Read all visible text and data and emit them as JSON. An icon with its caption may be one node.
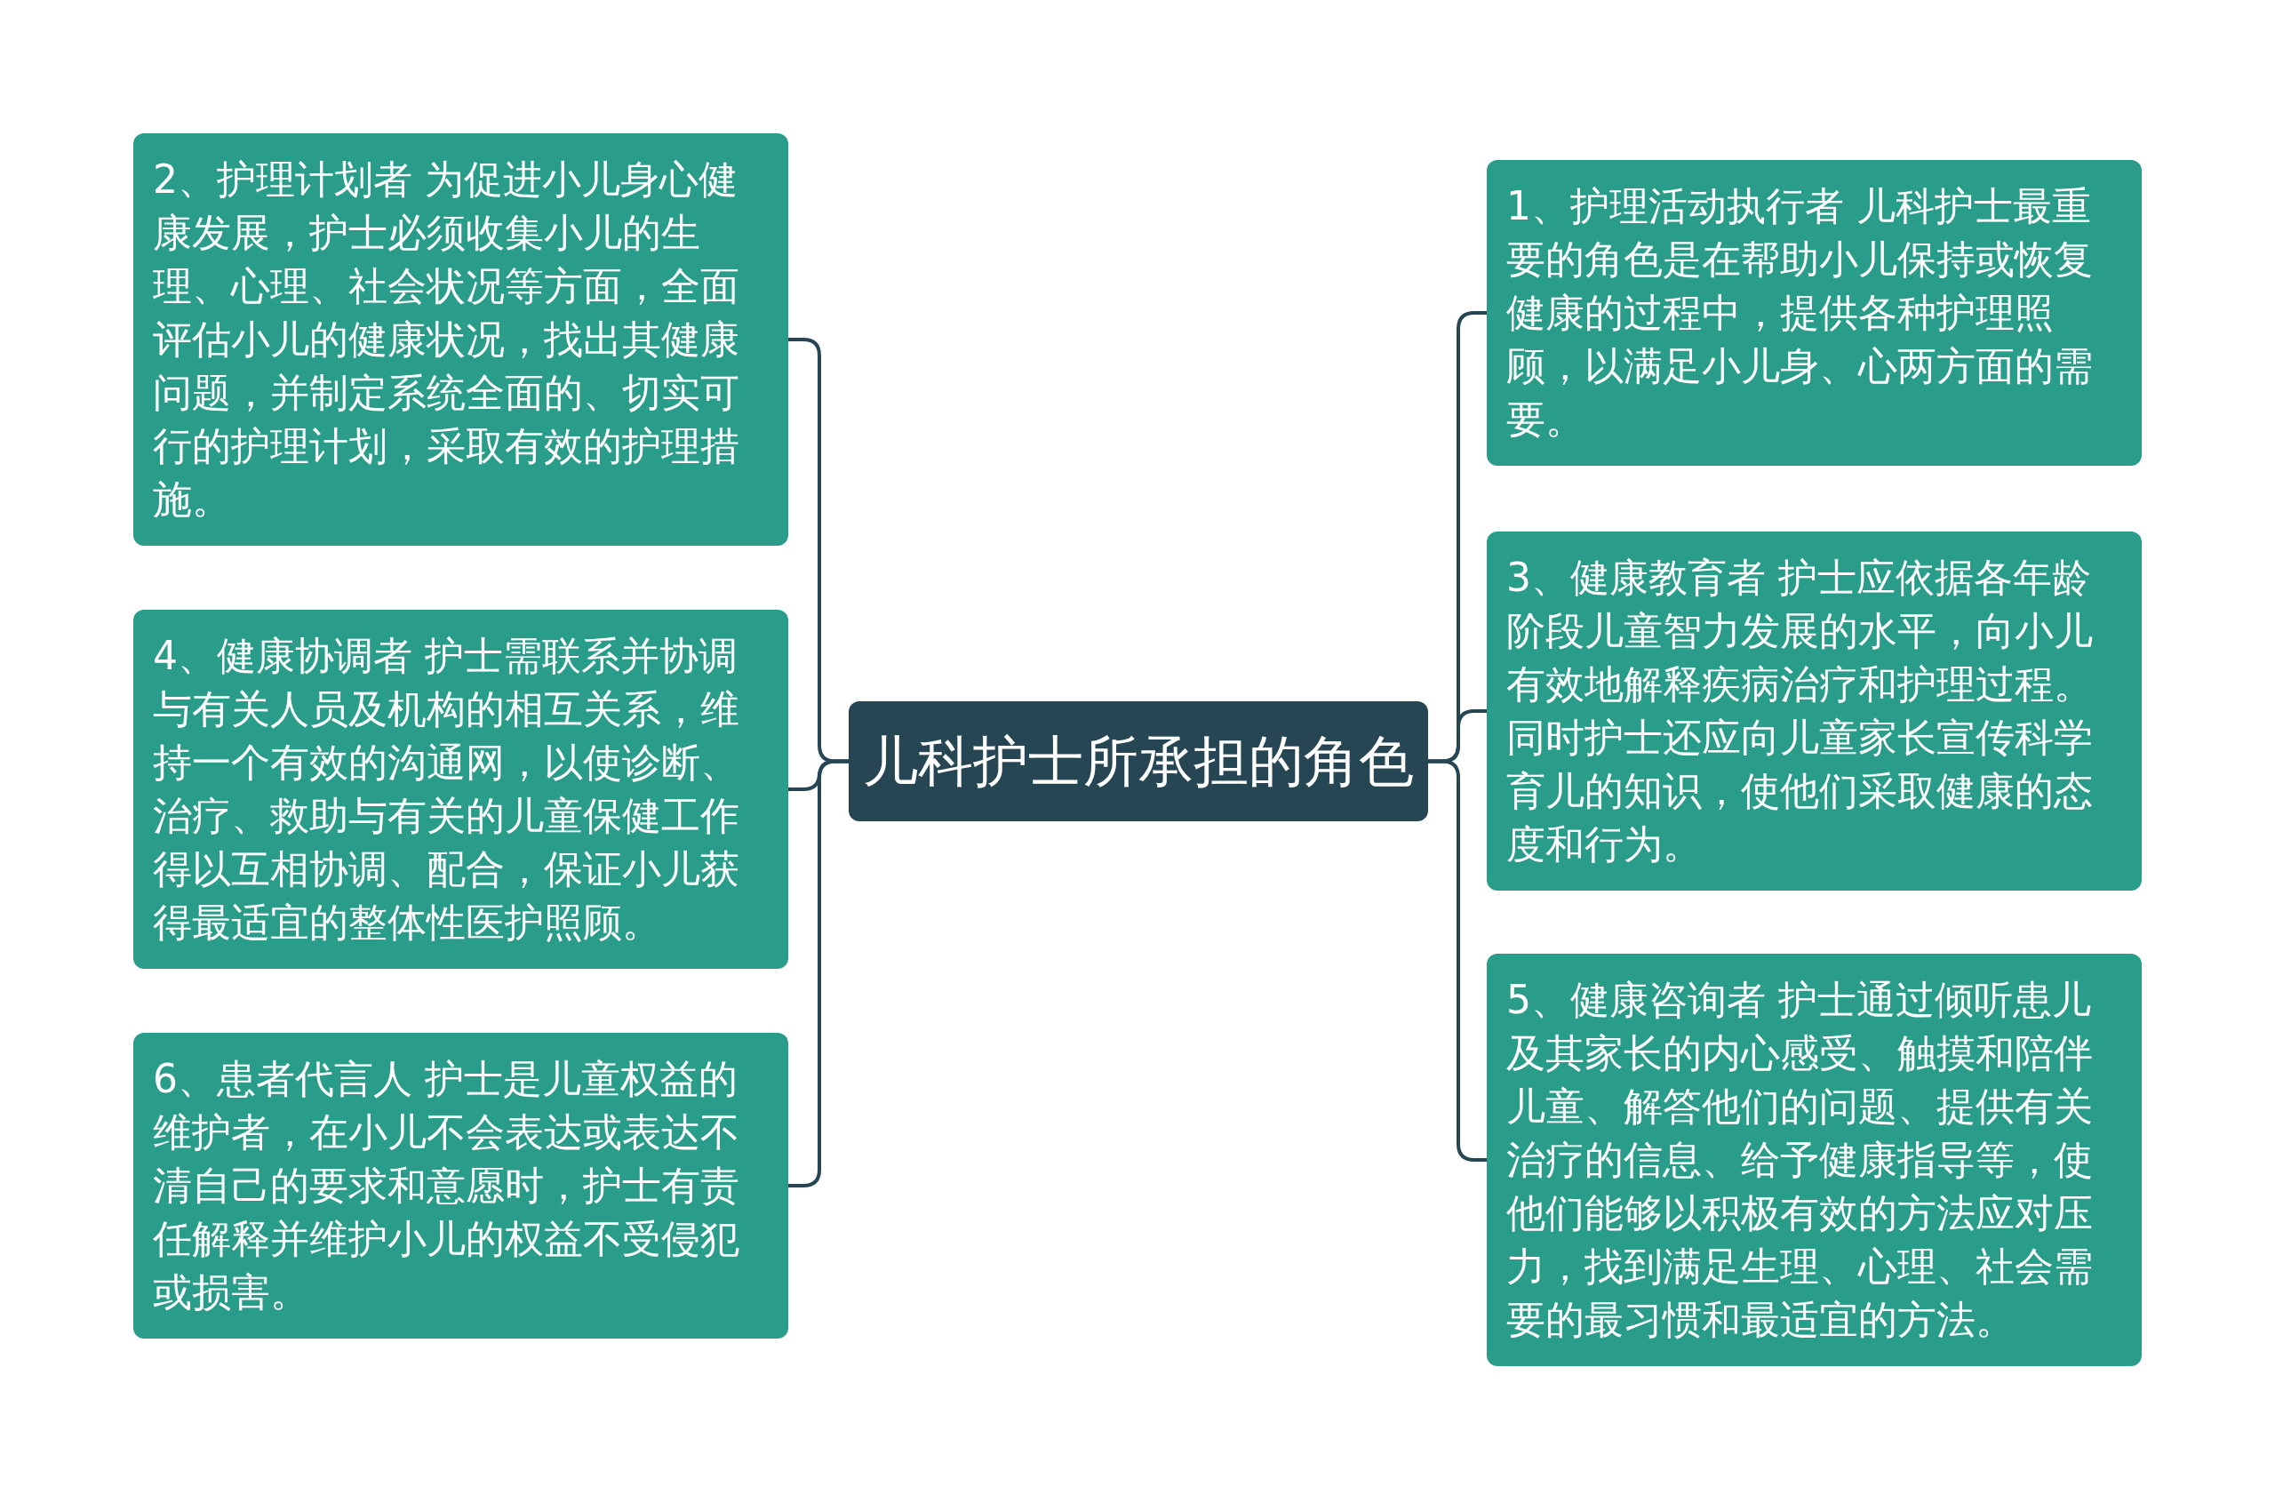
{
  "diagram": {
    "nodes": [
      {
        "text": [
          "儿科护士所承担的角色"
        ]
      },
      {
        "text": [
          "1、护理活动执行者 儿科护士最重要的角色是在帮助小儿保持或恢复健康的过程中，提供各种护理照顾，以满足小儿身、心两方面的需要。"
        ]
      },
      {
        "text": [
          "2、护理计划者 为促进小儿身心健康发展，护士必须收集小儿的生理、心理、社会状况等方面，全面评估小儿的健康状况，找出其健康问题，并制定系统全面的、切实可行的护理计划，采取有效的护理措施。"
        ]
      },
      {
        "text": [
          "3、健康教育者 护士应依据各年龄阶段儿童智力发展的水平，向小儿有效地解释疾病治疗和护理过程。同时护士还应向儿童家长宣传科学育儿的知识，使他们采取健康的态度和行为。"
        ]
      },
      {
        "text": [
          "4、健康协调者 护士需联系并协调与有关人员及机构的相互关系，维持一个有效的沟通网，以使诊断、治疗、救助与有关的儿童保健工作得以互相协调、配合，保证小儿获得最适宜的整体性医护照顾。"
        ]
      },
      {
        "text": [
          "5、健康咨询者 护士通过倾听患儿及其家长的内心感受、触摸和陪伴儿童、解答他们的问题、提供有关治疗的信息、给予健康指导等，使他们能够以积极有效的方法应对压力，找到满足生理、心理、社会需要的最习惯和最适宜的方法。"
        ]
      },
      {
        "text": [
          "6、患者代言人 护士是儿童权益的维护者，在小儿不会表达或表达不清自己的要求和意愿时，护士有责任解释并维护小儿的权益不受侵犯或损害。"
        ]
      }
    ],
    "edges": [
      {
        "from": 0,
        "to": 1,
        "arrow": "none"
      },
      {
        "from": 0,
        "to": 2,
        "arrow": "none"
      },
      {
        "from": 0,
        "to": 3,
        "arrow": "none"
      },
      {
        "from": 0,
        "to": 4,
        "arrow": "none"
      },
      {
        "from": 0,
        "to": 5,
        "arrow": "none"
      },
      {
        "from": 0,
        "to": 6,
        "arrow": "none"
      }
    ]
  }
}
